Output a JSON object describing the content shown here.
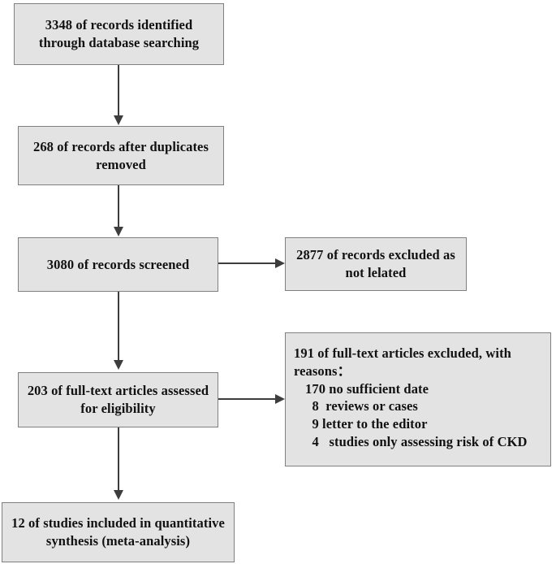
{
  "diagram": {
    "type": "prisma-flow-diagram",
    "colors": {
      "box_fill": "#e3e3e3",
      "box_border": "#808080",
      "connector": "#3d3d3d",
      "text": "#111111",
      "background": "#ffffff"
    },
    "nodes": {
      "identified": {
        "line1": "3348 of records identified",
        "line2": "through database searching",
        "count": 3348
      },
      "after_duplicates": {
        "line1": "268 of records after duplicates",
        "line2": "removed",
        "count": 268
      },
      "screened": {
        "line1": "3080 of records screened",
        "count": 3080
      },
      "records_excluded": {
        "line1": "2877 of records excluded as",
        "line2": "not lelated",
        "count": 2877
      },
      "fulltext_assessed": {
        "line1": "203 of full-text articles assessed",
        "line2": "for eligibility",
        "count": 203
      },
      "fulltext_excluded": {
        "heading": "191 of full-text articles excluded, with\nreasons：",
        "count": 191,
        "reasons": [
          "170 no sufficient date",
          "  8  reviews or cases",
          "  9 letter to the editor",
          "  4   studies only assessing risk of CKD"
        ]
      },
      "included": {
        "line1": "12 of studies included in quantitative",
        "line2": "synthesis (meta-analysis)",
        "count": 12
      }
    }
  }
}
